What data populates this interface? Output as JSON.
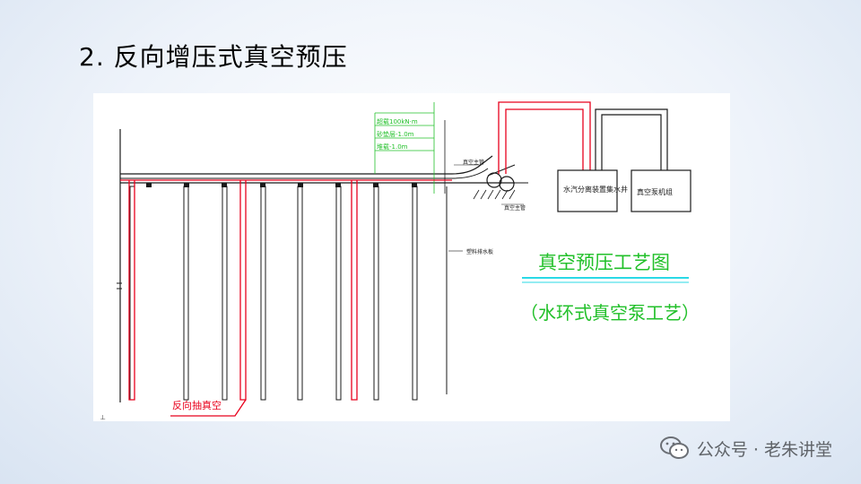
{
  "slide": {
    "title": "2. 反向增压式真空预压"
  },
  "drawing": {
    "legend_lines": [
      "超载100kN·m",
      "砂垫层-1.0m",
      "堆载-1.0m"
    ],
    "label_vacuum_pipe_top": "真空主管",
    "label_vacuum_pipe_bottom": "真空主管",
    "label_drain_board": "塑料排水板",
    "label_separator_tank": "水汽分离装置集水井",
    "label_vacuum_unit": "真空泵机组",
    "label_reverse_vacuum": "反向抽真空",
    "process_title": "真空预压工艺图",
    "process_subtitle": "（水环式真空泵工艺）"
  },
  "colors": {
    "red_pipe": "#e8001c",
    "green_text": "#22c02a",
    "cyan_rule": "#2ad9e6",
    "drawing_line": "#1a1a1a"
  },
  "watermark": {
    "text": "公众号 · 老朱讲堂",
    "icon": "wechat-icon"
  }
}
